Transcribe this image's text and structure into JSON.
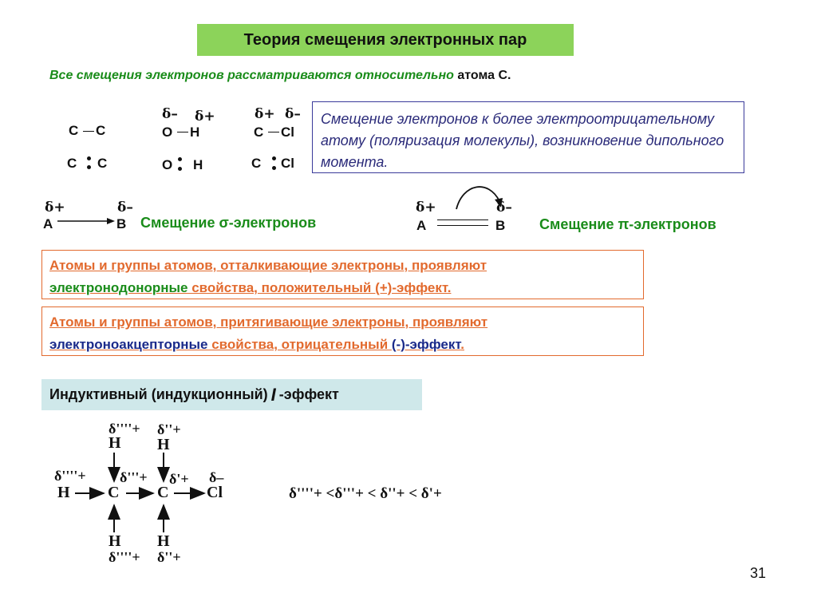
{
  "title": "Теория смещения электронных пар",
  "subtitle": {
    "italic": "Все смещения электронов рассматриваются относительно",
    "plain": "атома С."
  },
  "bonds": {
    "cc_a": "C",
    "cc_b": "C",
    "oh_a": "O",
    "oh_b": "H",
    "oh_da": "δ–",
    "oh_db": "δ+",
    "ccl_a": "C",
    "ccl_b": "Cl",
    "ccl_da": "δ+",
    "ccl_db": "δ–",
    "cc2_a": "C",
    "cc2_b": "C",
    "oh2_a": "O",
    "oh2_b": "H",
    "ccl2_a": "C",
    "ccl2_b": "Cl"
  },
  "info_text": "Смещение электронов к более электроотрицательному атому (поляризация молекулы), возникновение дипольного момента.",
  "sigma": {
    "a": "A",
    "b": "B",
    "da": "δ+",
    "db": "δ–",
    "label": "Смещение σ-электронов"
  },
  "pi": {
    "a": "A",
    "b": "B",
    "da": "δ+",
    "db": "δ–",
    "label": "Смещение π-электронов"
  },
  "effect_plus": {
    "line1": "Атомы и группы атомов, отталкивающие электроны, проявляют",
    "green_word": "электронодонорные",
    "rest": " свойства, положительный (+)-эффект."
  },
  "effect_minus": {
    "line1": "Атомы и группы атомов, притягивающие электроны, проявляют",
    "blue_word": "электроноакцепторные",
    "rest_a": " свойства, отрицательный ",
    "blue_mid": "(-)-эффект",
    "rest_b": "."
  },
  "inductive": {
    "before": "Индуктивный (индукционный)",
    "symbol": "I",
    "after": "-эффект"
  },
  "molecule": {
    "h": "H",
    "c": "C",
    "cl": "Cl",
    "d4": "δ''''+",
    "d3": "δ'''+",
    "d2": "δ''+",
    "d1": "δ'+",
    "dm": "δ–"
  },
  "inequality": "δ''''+ <δ'''+ < δ''+ < δ'+",
  "page_number": "31",
  "colors": {
    "green_box": "#8cd35a",
    "orange": "#e26a2e",
    "green_text": "#1a8c1a",
    "blue_text": "#2b2b7a",
    "cyan_box": "#cfe8ea"
  }
}
